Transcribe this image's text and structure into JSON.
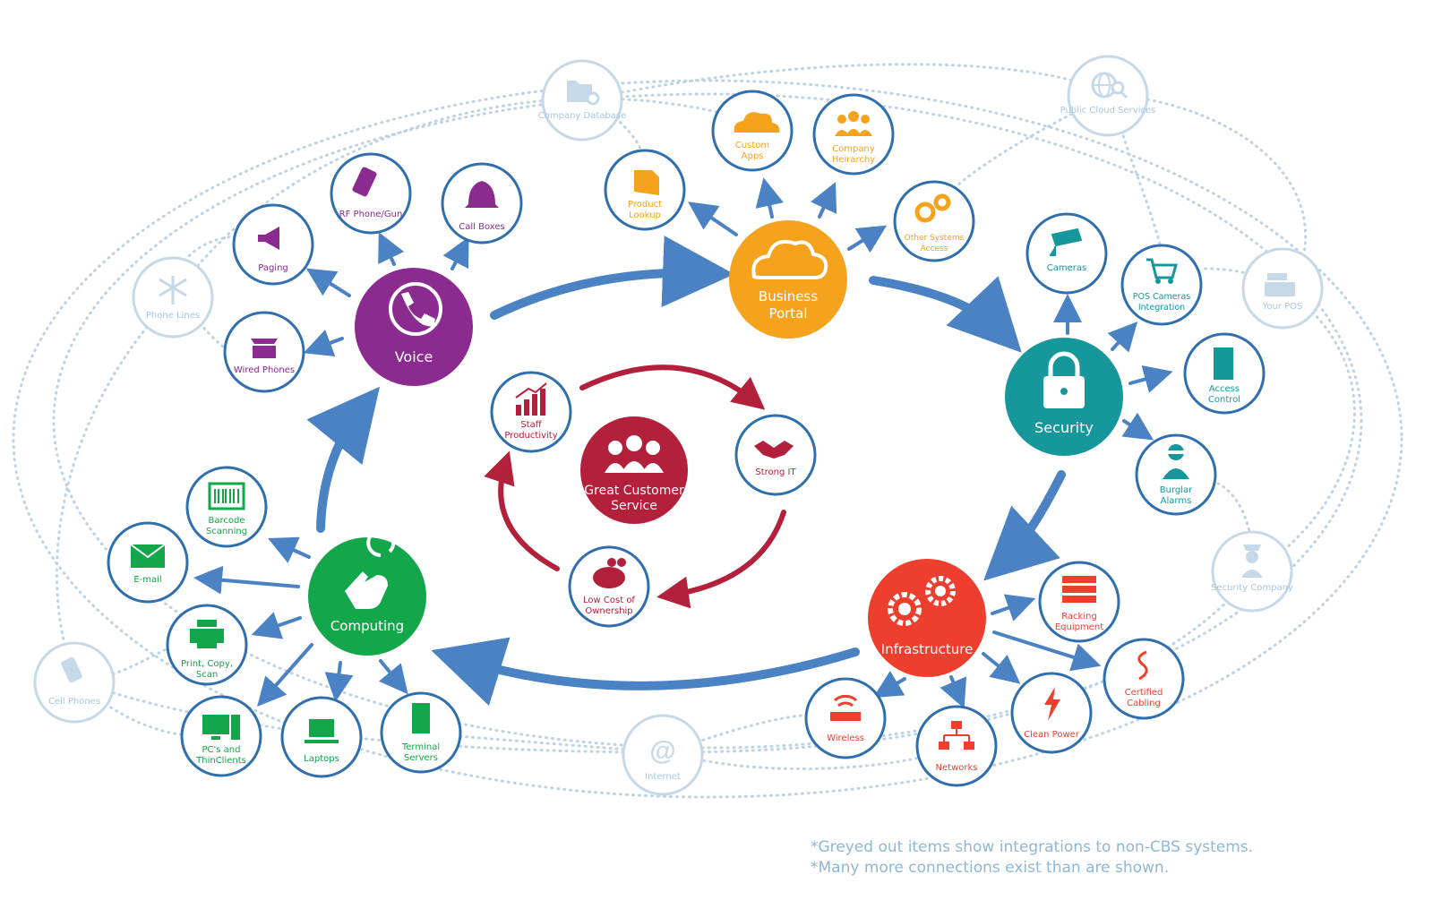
{
  "colors": {
    "voice": "#8b2a8f",
    "portal": "#f5a31c",
    "security": "#16979c",
    "infrastructure": "#ee3e2d",
    "computing": "#13a64a",
    "center": "#b3203b",
    "arrow": "#4a82c4",
    "ring": "#2f6fae",
    "grey": "#c5d9e8",
    "grey_text": "#a9c6de"
  },
  "hubs": {
    "voice": {
      "label": "Voice",
      "icon": "phone-icon"
    },
    "portal": {
      "label": "Business Portal",
      "icon": "cloud-icon"
    },
    "security": {
      "label": "Security",
      "icon": "lock-icon"
    },
    "infrastructure": {
      "label": "Infrastructure",
      "icon": "gears-icon"
    },
    "computing": {
      "label": "Computing",
      "icon": "touch-hand-icon"
    },
    "center": {
      "label": "Great Customer Service",
      "icon": "people-icon"
    }
  },
  "satellites": {
    "paging": {
      "label": "Paging",
      "icon": "megaphone-icon"
    },
    "rf_phone": {
      "label": "RF Phone/Gun",
      "icon": "handheld-icon"
    },
    "call_boxes": {
      "label": "Call Boxes",
      "icon": "bell-icon"
    },
    "wired_phones": {
      "label": "Wired Phones",
      "icon": "desk-phone-icon"
    },
    "product_lookup": {
      "label": "Product Lookup",
      "icon": "tag-icon"
    },
    "custom_apps": {
      "label": "Custom Apps",
      "icon": "cloud-icon"
    },
    "company_hierarchy": {
      "label": "Company Heirarchy",
      "icon": "people-icon"
    },
    "other_systems": {
      "label": "Other Systems Access",
      "icon": "gears-icon"
    },
    "cameras": {
      "label": "Cameras",
      "icon": "camera-icon"
    },
    "pos_cameras": {
      "label": "POS Cameras Integration",
      "icon": "cart-icon"
    },
    "access_control": {
      "label": "Access Control",
      "icon": "door-icon"
    },
    "burglar_alarms": {
      "label": "Burglar Alarms",
      "icon": "burglar-icon"
    },
    "racking": {
      "label": "Racking Equipment",
      "icon": "rack-icon"
    },
    "cabling": {
      "label": "Certified Cabling",
      "icon": "cable-icon"
    },
    "clean_power": {
      "label": "Clean Power",
      "icon": "lightning-icon"
    },
    "networks": {
      "label": "Networks",
      "icon": "network-icon"
    },
    "wireless": {
      "label": "Wireless",
      "icon": "router-icon"
    },
    "terminal_servers": {
      "label": "Terminal Servers",
      "icon": "server-icon"
    },
    "laptops": {
      "label": "Laptops",
      "icon": "laptop-icon"
    },
    "pcs": {
      "label": "PC's and ThinClients",
      "icon": "pc-icon"
    },
    "print": {
      "label": "Print, Copy, Scan",
      "icon": "printer-icon"
    },
    "email": {
      "label": "E-mail",
      "icon": "envelope-icon"
    },
    "barcode": {
      "label": "Barcode Scanning",
      "icon": "barcode-icon"
    },
    "staff_productivity": {
      "label": "Staff Productivity",
      "icon": "chart-icon"
    },
    "strong_it": {
      "label": "Strong IT",
      "icon": "handshake-icon"
    },
    "low_cost": {
      "label": "Low Cost of Ownership",
      "icon": "piggy-bank-icon"
    }
  },
  "external": {
    "company_database": {
      "label": "Company Database",
      "icon": "folder-gear-icon"
    },
    "public_cloud": {
      "label": "Public Cloud Services",
      "icon": "globe-search-icon"
    },
    "your_pos": {
      "label": "Your POS",
      "icon": "register-icon"
    },
    "security_company": {
      "label": "Security Company",
      "icon": "guard-icon"
    },
    "internet": {
      "label": "Internet",
      "icon": "at-icon"
    },
    "cell_phones": {
      "label": "Cell Phones",
      "icon": "cellphone-icon"
    },
    "phone_lines": {
      "label": "Phone Lines",
      "icon": "phone-line-icon"
    }
  },
  "footnotes": [
    "*Greyed out items show integrations to non-CBS systems.",
    "*Many more connections exist than are shown."
  ]
}
